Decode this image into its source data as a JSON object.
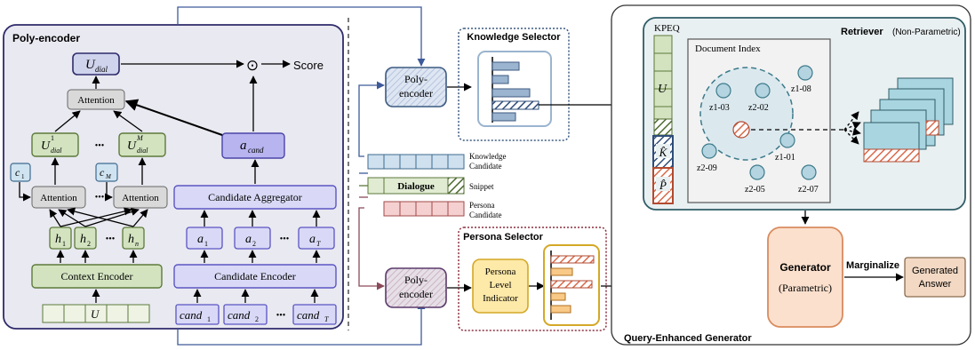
{
  "poly_encoder_panel": {
    "title": "Poly-encoder",
    "u_dial": "U",
    "u_dial_sub": "dial",
    "attention_top": "Attention",
    "score_op": "⊙",
    "score": "Score",
    "u_dial_1": "U",
    "u_dial_1_sub": "dial",
    "u_dial_1_sup": "1",
    "u_dial_m": "U",
    "u_dial_m_sub": "dial",
    "u_dial_m_sup": "M",
    "ellipsis": "•••",
    "a_cand": "a",
    "a_cand_sub": "cand",
    "c1": "c",
    "c1_sub": "1",
    "cm": "c",
    "cm_sub": "M",
    "attention_left": "Attention",
    "attention_right": "Attention",
    "candidate_aggregator": "Candidate Aggregator",
    "h1": "h",
    "h1_sub": "1",
    "h2": "h",
    "h2_sub": "2",
    "hn": "h",
    "hn_sub": "n",
    "a1": "a",
    "a1_sub": "1",
    "a2": "a",
    "a2_sub": "2",
    "aT": "a",
    "aT_sub": "T",
    "context_encoder": "Context Encoder",
    "candidate_encoder": "Candidate Encoder",
    "u_input": "U",
    "cand1": "cand",
    "cand1_sub": "1",
    "cand2": "cand",
    "cand2_sub": "2",
    "candT": "cand",
    "candT_sub": "T"
  },
  "knowledge_selector": {
    "title": "Knowledge Selector",
    "poly_encoder_label_1": "Poly-",
    "poly_encoder_label_2": "encoder"
  },
  "persona_selector": {
    "title": "Persona Selector",
    "poly_encoder_label_1": "Poly-",
    "poly_encoder_label_2": "encoder",
    "pli_1": "Persona",
    "pli_2": "Level",
    "pli_3": "Indicator"
  },
  "inputs": {
    "knowledge_candidate_1": "Knowledge",
    "knowledge_candidate_2": "Candidate",
    "dialogue": "Dialogue",
    "snippet": "Snippet",
    "persona_candidate_1": "Persona",
    "persona_candidate_2": "Candidate"
  },
  "selected": {
    "k_hat": "K̂",
    "p_hat": "P̂"
  },
  "query_enhanced_generator": {
    "title": "Query-Enhanced Generator",
    "kpeq": "KPEQ",
    "kpeq_u": "U",
    "kpeq_k": "K̂",
    "kpeq_p": "P̂",
    "retriever_title": "Retriever",
    "retriever_subtitle": "(Non-Parametric)",
    "document_index": "Document Index",
    "docs": [
      "z1-08",
      "z1-03",
      "z2-02",
      "z2-09",
      "z1-01",
      "z2-05",
      "z2-07"
    ],
    "generator_title": "Generator",
    "generator_subtitle": "(Parametric)",
    "marginalize": "Marginalize",
    "generated_answer_1": "Generated",
    "generated_answer_2": "Answer"
  },
  "colors": {
    "poly_panel_fill": "#e9e9f1",
    "poly_panel_stroke": "#2e2a6b",
    "green_fill": "#d3e3c0",
    "green_stroke": "#5c7a3a",
    "purple_fill": "#d9d9f7",
    "purple_stroke": "#5b55c2",
    "blue_fill": "#bcd7e6",
    "blue_stroke": "#3d6b8f",
    "red_hatch": "#d9694a",
    "generator_fill": "#fbe0cd",
    "generator_stroke": "#d98b5e",
    "answer_fill": "#f3d9c4",
    "answer_stroke": "#8a6a4e",
    "retriever_fill": "#e9f0f2",
    "retriever_stroke": "#2f5c66",
    "pli_fill": "#fde9a8",
    "pli_stroke": "#d4a826",
    "k_bar_fill": "#9bb4cf",
    "selector_k_stroke": "#3c5a80",
    "selector_p_stroke": "#8a2f3e"
  }
}
